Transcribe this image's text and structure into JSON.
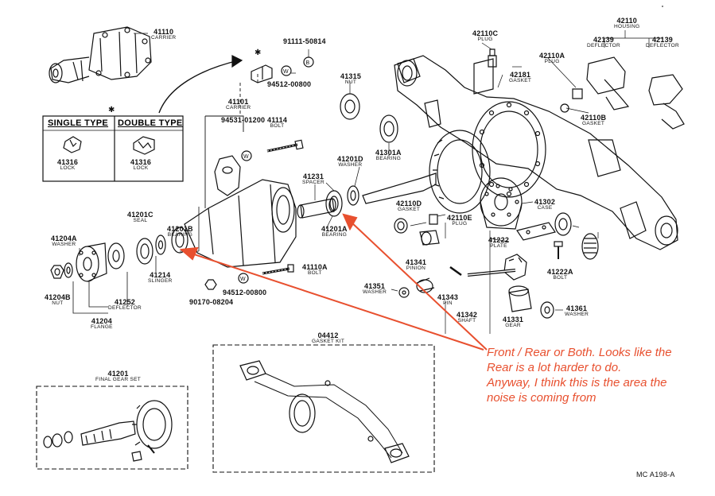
{
  "selection_boxes": {
    "single_type": "SINGLE TYPE",
    "double_type": "DOUBLE TYPE",
    "marker": "✱"
  },
  "parts": [
    {
      "id": "41110",
      "num": "41110",
      "name": "CARRIER"
    },
    {
      "id": "91111-50814",
      "num": "91111-50814",
      "name": ""
    },
    {
      "id": "94512-00800-top",
      "num": "94512-00800",
      "name": ""
    },
    {
      "id": "41101",
      "num": "41101",
      "name": "CARRIER"
    },
    {
      "id": "94531-01200",
      "num": "94531-01200",
      "name": ""
    },
    {
      "id": "41114",
      "num": "41114",
      "name": "BOLT"
    },
    {
      "id": "41316-single",
      "num": "41316",
      "name": "LOCK"
    },
    {
      "id": "41316-double",
      "num": "41316",
      "name": "LOCK"
    },
    {
      "id": "41315",
      "num": "41315",
      "name": "NUT"
    },
    {
      "id": "41301A",
      "num": "41301A",
      "name": "BEARING"
    },
    {
      "id": "41201D",
      "num": "41201D",
      "name": "WASHER"
    },
    {
      "id": "41231",
      "num": "41231",
      "name": "SPACER"
    },
    {
      "id": "41201B",
      "num": "41201B",
      "name": "BEARING"
    },
    {
      "id": "41201C",
      "num": "41201C",
      "name": "SEAL"
    },
    {
      "id": "41204A",
      "num": "41204A",
      "name": "WASHER"
    },
    {
      "id": "41201A",
      "num": "41201A",
      "name": "BEARING"
    },
    {
      "id": "41214",
      "num": "41214",
      "name": "SLINGER"
    },
    {
      "id": "41110A",
      "num": "41110A",
      "name": "BOLT"
    },
    {
      "id": "41204B",
      "num": "41204B",
      "name": "NUT"
    },
    {
      "id": "41252",
      "num": "41252",
      "name": "DEFLECTOR"
    },
    {
      "id": "41204",
      "num": "41204",
      "name": "FLANGE"
    },
    {
      "id": "90170-08204",
      "num": "90170-08204",
      "name": ""
    },
    {
      "id": "94512-00800-bot",
      "num": "94512-00800",
      "name": ""
    },
    {
      "id": "42110C",
      "num": "42110C",
      "name": "PLUG"
    },
    {
      "id": "42110",
      "num": "42110",
      "name": "HOUSING"
    },
    {
      "id": "42139-a",
      "num": "42139",
      "name": "DEFLECTOR"
    },
    {
      "id": "42139-b",
      "num": "42139",
      "name": "DEFLECTOR"
    },
    {
      "id": "42110A",
      "num": "42110A",
      "name": "PLUG"
    },
    {
      "id": "42181",
      "num": "42181",
      "name": "GASKET"
    },
    {
      "id": "42110B",
      "num": "42110B",
      "name": "GASKET"
    },
    {
      "id": "42110D",
      "num": "42110D",
      "name": "GASKET"
    },
    {
      "id": "42110E",
      "num": "42110E",
      "name": "PLUG"
    },
    {
      "id": "41302",
      "num": "41302",
      "name": "CASE"
    },
    {
      "id": "41222",
      "num": "41222",
      "name": "PLATE"
    },
    {
      "id": "41222A",
      "num": "41222A",
      "name": "BOLT"
    },
    {
      "id": "41341",
      "num": "41341",
      "name": "PINION"
    },
    {
      "id": "41351",
      "num": "41351",
      "name": "WASHER"
    },
    {
      "id": "41343",
      "num": "41343",
      "name": "PIN"
    },
    {
      "id": "41342",
      "num": "41342",
      "name": "SHAFT"
    },
    {
      "id": "41331",
      "num": "41331",
      "name": "GEAR"
    },
    {
      "id": "41361",
      "num": "41361",
      "name": "WASHER"
    },
    {
      "id": "04412",
      "num": "04412",
      "name": "GASKET KIT"
    },
    {
      "id": "41201",
      "num": "41201",
      "name": "FINAL GEAR SET"
    }
  ],
  "annotation": {
    "line1": "Front / Rear or Both. Looks like the",
    "line2": "Rear is a lot harder to do.",
    "line3": "Anyway, I think this is the area the",
    "line4": "noise is coming from",
    "color": "#e8502f"
  },
  "figure_code": "MC  A198-A",
  "colors": {
    "ink": "#111111",
    "annotation_red": "#e8502f"
  }
}
